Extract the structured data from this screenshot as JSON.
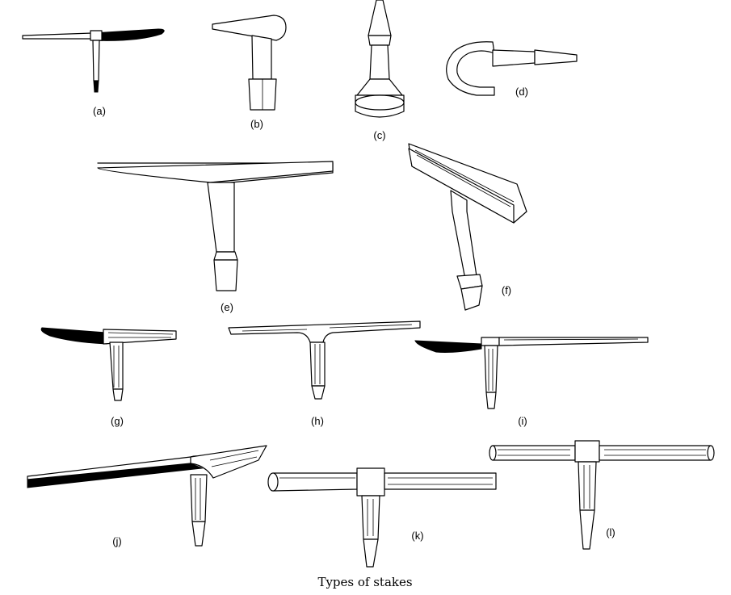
{
  "figure": {
    "caption": "Types of stakes",
    "labels": [
      "(a)",
      "(b)",
      "(c)",
      "(d)",
      "(e)",
      "(f)",
      "(g)",
      "(h)",
      "(i)",
      "(j)",
      "(k)",
      "(l)"
    ]
  }
}
